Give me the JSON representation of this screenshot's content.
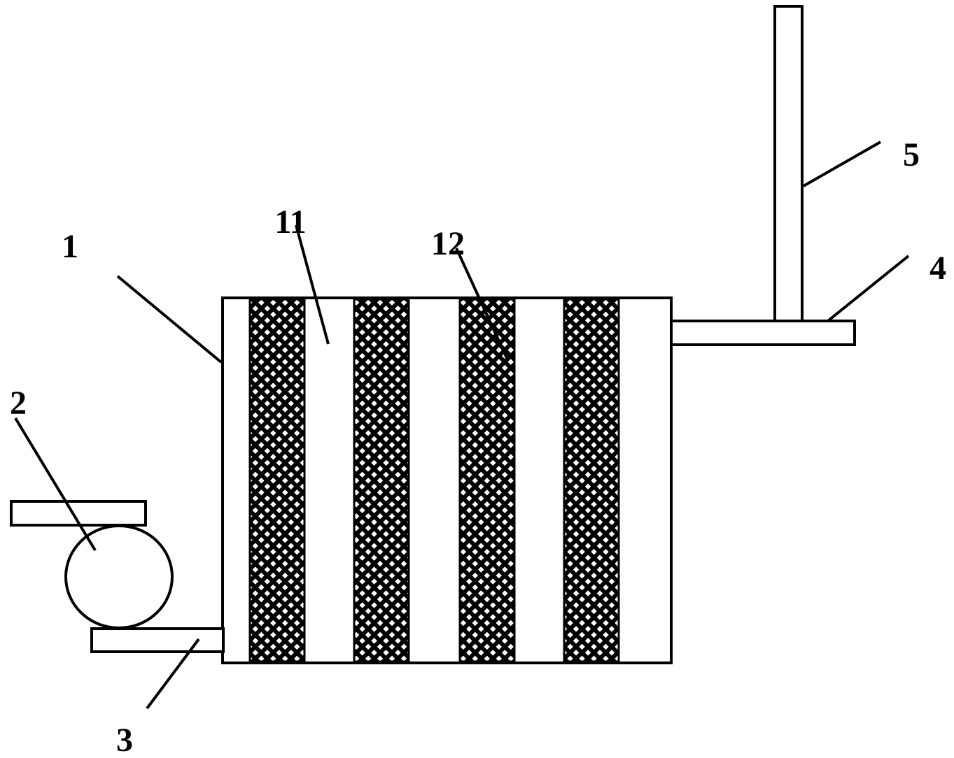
{
  "labels": {
    "tank": "1",
    "pump": "2",
    "inlet_pipe": "3",
    "outlet_pipe": "4",
    "vent_pipe": "5",
    "plain_layer": "11",
    "mesh_layer": "12"
  },
  "colors": {
    "line": "#000000",
    "background": "#ffffff",
    "mesh_dark": "#000000",
    "mesh_light": "#ffffff"
  },
  "mesh_layer_count": 4
}
